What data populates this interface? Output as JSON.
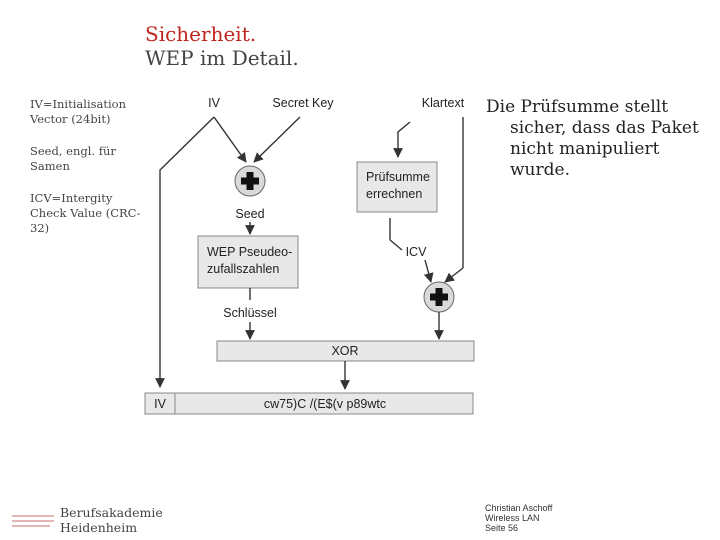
{
  "title": {
    "line1": "Sicherheit.",
    "line2": "WEP im Detail."
  },
  "notes": [
    "IV=Initialisation Vector (24bit)",
    "Seed, engl. für Samen",
    "ICV=Intergity Check Value (CRC-32)"
  ],
  "bullet": "Die Prüfsumme stellt sicher, dass das Paket nicht manipuliert wurde.",
  "diagram": {
    "iv_label": "IV",
    "secret_key_label": "Secret Key",
    "klartext_label": "Klartext",
    "pruefsumme_box": [
      "Prüfsumme",
      "errechnen"
    ],
    "seed_label": "Seed",
    "icv_label": "ICV",
    "wep_box": [
      "WEP Pseudeo-",
      "zufallszahlen"
    ],
    "schluessel_label": "Schlüssel",
    "xor_label": "XOR",
    "packet_iv": "IV",
    "packet_cipher": "cw75)C /(E$(v p89wtc",
    "plus_symbol": "+"
  },
  "footer": {
    "school": [
      "Berufsakademie",
      "Heidenheim"
    ],
    "author": "Christian Aschoff",
    "topic": "Wireless LAN",
    "page": "Seite 56"
  },
  "colors": {
    "accent": "#c0261f",
    "box_fill": "#e8e8e8",
    "plus_fill": "#d9d9d9"
  }
}
